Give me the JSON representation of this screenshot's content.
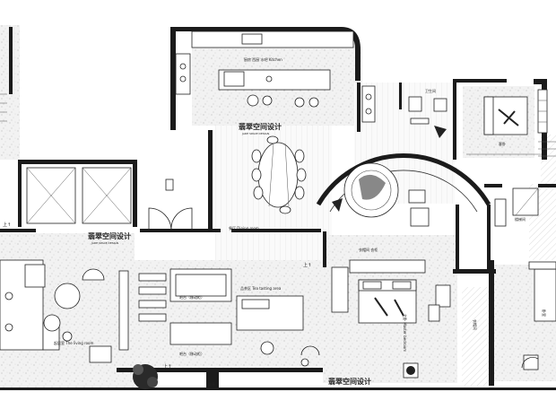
{
  "plan": {
    "rooms": {
      "kitchen": "厨房  西厨  水吧  Kitchen",
      "dining": "餐厅  Dining room",
      "living": "起居室  The living room",
      "tea_area": "品茶区  Tea tasting area",
      "counter_upper": "吧台（移动柜）",
      "counter_lower": "吧台（移动柜）",
      "master": "主卧 Master bedroom",
      "walk_in": "衣帽间 衣柜",
      "toilet": "卫生间",
      "bedroom_right": "卧室",
      "stair_label": "楼梯间",
      "bedroom_top": "客卧",
      "cloak": "衣帽间",
      "corridor": "走廊"
    },
    "stairs": [
      "上↑",
      "上↑",
      "上↑"
    ],
    "watermarks": [
      {
        "name": "翡翠空间设计",
        "sub": "JADE SPACE DESIGN"
      },
      {
        "name": "翡翠空间设计",
        "sub": "JADE SPACE DESIGN"
      },
      {
        "name": "翡翠空间设计",
        "sub": "JADE SPACE DESIGN"
      }
    ]
  }
}
